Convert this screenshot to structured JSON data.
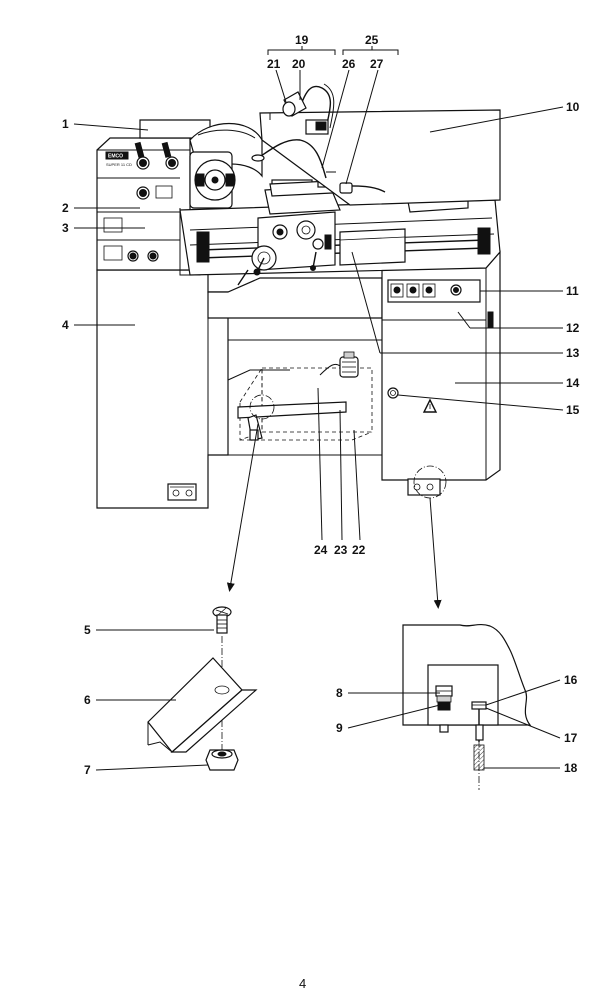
{
  "labels": [
    {
      "id": "1",
      "text": "1"
    },
    {
      "id": "2",
      "text": "2"
    },
    {
      "id": "3",
      "text": "3"
    },
    {
      "id": "4",
      "text": "4"
    },
    {
      "id": "5",
      "text": "5"
    },
    {
      "id": "6",
      "text": "6"
    },
    {
      "id": "7",
      "text": "7"
    },
    {
      "id": "8",
      "text": "8"
    },
    {
      "id": "9",
      "text": "9"
    },
    {
      "id": "10",
      "text": "10"
    },
    {
      "id": "11",
      "text": "11"
    },
    {
      "id": "12",
      "text": "12"
    },
    {
      "id": "13",
      "text": "13"
    },
    {
      "id": "14",
      "text": "14"
    },
    {
      "id": "15",
      "text": "15"
    },
    {
      "id": "16",
      "text": "16"
    },
    {
      "id": "17",
      "text": "17"
    },
    {
      "id": "18",
      "text": "18"
    },
    {
      "id": "19",
      "text": "19"
    },
    {
      "id": "20",
      "text": "20"
    },
    {
      "id": "21",
      "text": "21"
    },
    {
      "id": "22",
      "text": "22"
    },
    {
      "id": "23",
      "text": "23"
    },
    {
      "id": "24",
      "text": "24"
    },
    {
      "id": "25",
      "text": "25"
    },
    {
      "id": "26",
      "text": "26"
    },
    {
      "id": "27",
      "text": "27"
    }
  ],
  "machine": {
    "brand": "EMCO",
    "model": "SUPER 11 CD"
  },
  "page_number": "4"
}
